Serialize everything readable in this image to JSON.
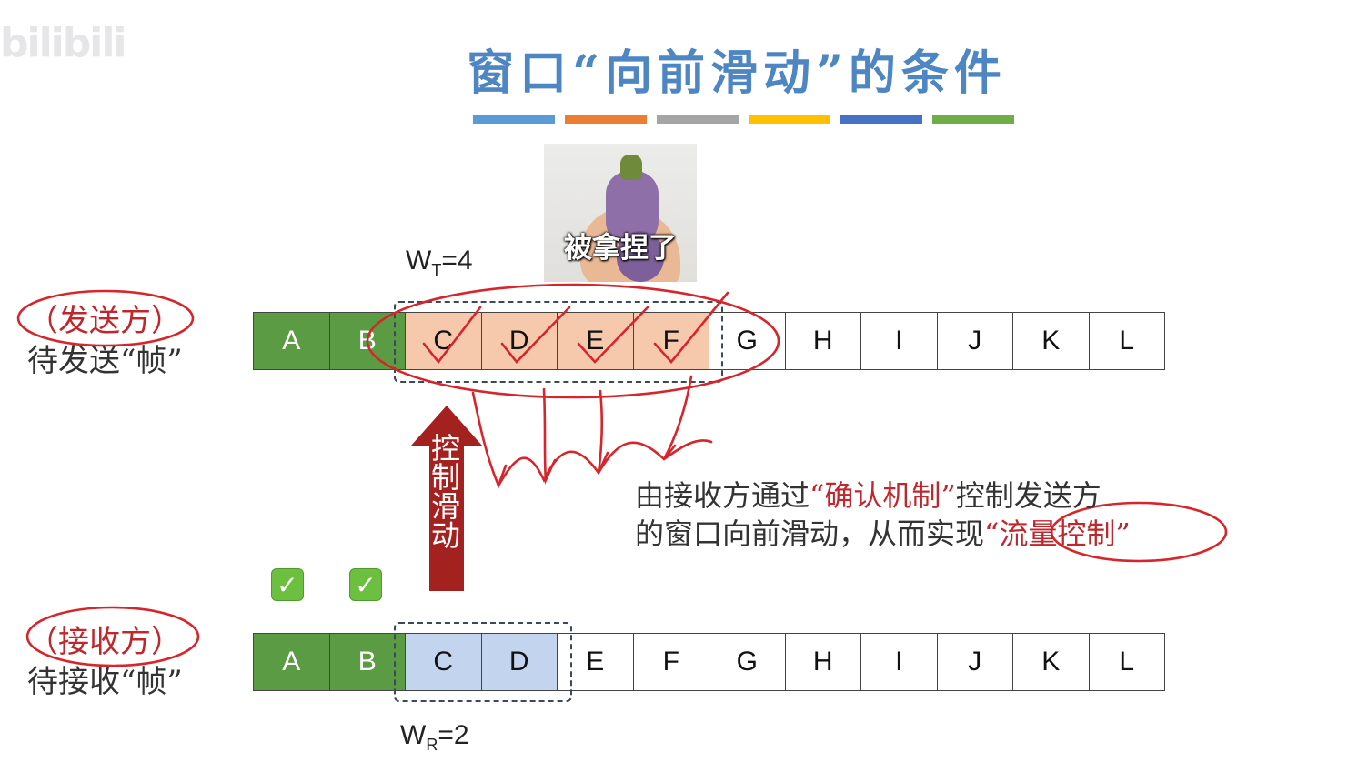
{
  "watermark": "bilibili",
  "title": "窗口“向前滑动”的条件",
  "colors": {
    "title": "#4d86c2",
    "stripes": [
      "#5b9bd5",
      "#ed7d31",
      "#a5a5a5",
      "#ffc000",
      "#4472c4",
      "#70ad47"
    ],
    "done": "#5b9b43",
    "sender_window": "#f6c8ac",
    "receiver_window": "#c3d5ee",
    "arrow": "#a3211f",
    "annotation": "#d6262b"
  },
  "meme_caption": "被拿捏了",
  "sender": {
    "role": "（发送方）",
    "label": "待发送“帧”",
    "window_label": "W",
    "window_sub": "T",
    "window_value": "=4",
    "frames": [
      "A",
      "B",
      "C",
      "D",
      "E",
      "F",
      "G",
      "H",
      "I",
      "J",
      "K",
      "L"
    ],
    "done_count": 2,
    "window_start": 2,
    "window_size": 4
  },
  "receiver": {
    "role": "（接收方）",
    "label": "待接收“帧”",
    "window_label": "W",
    "window_sub": "R",
    "window_value": "=2",
    "frames": [
      "A",
      "B",
      "C",
      "D",
      "E",
      "F",
      "G",
      "H",
      "I",
      "J",
      "K",
      "L"
    ],
    "done_count": 2,
    "window_start": 2,
    "window_size": 2
  },
  "check_mark": "✓",
  "arrow_label": "控制滑动",
  "note": {
    "line1_pre": "由接收方通过",
    "line1_hl": "“确认机制”",
    "line1_post": "控制发送方",
    "line2_pre": "的窗口向前滑动，从而实现",
    "line2_hl": "“流量控制”"
  }
}
